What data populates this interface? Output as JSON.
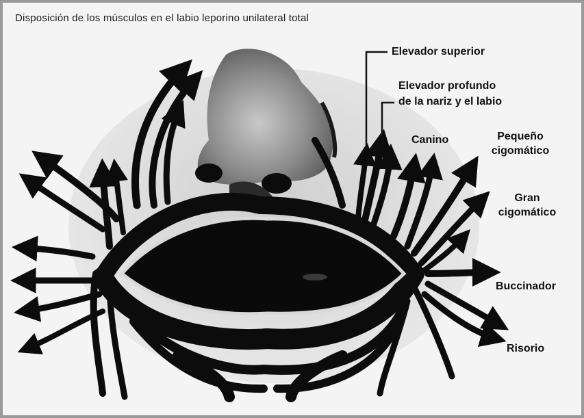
{
  "title": "Disposición de los músculos en el labio leporino unilateral total",
  "labels": {
    "elevador_superior": "Elevador superior",
    "elevador_profundo_1": "Elevador profundo",
    "elevador_profundo_2": "de la nariz y el labio",
    "canino": "Canino",
    "pequeno_cigomatico_1": "Pequeño",
    "pequeno_cigomatico_2": "cigomático",
    "gran_cigomatico_1": "Gran",
    "gran_cigomatico_2": "cigomático",
    "buccinador": "Buccinador",
    "risorio": "Risorio"
  },
  "colors": {
    "muscle": "#0c0c0c",
    "nose_shade": "#8a8a8a",
    "lip_gap": "#202020",
    "background": "#f4f4f4"
  }
}
